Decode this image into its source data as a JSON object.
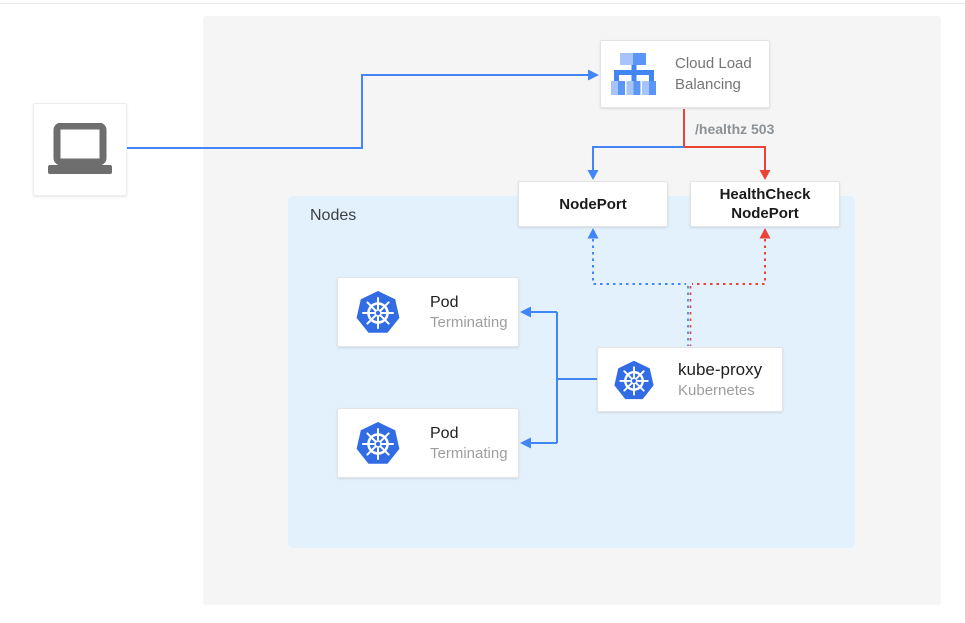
{
  "colors": {
    "blue": "#4285F4",
    "red": "#EA4335",
    "k8s_blue": "#326CE5",
    "nodes_bg": "#E3F1FC",
    "panel_bg": "#F5F5F5",
    "text_dark": "#212121",
    "text_gray": "#757575",
    "text_light_gray": "#9E9E9E",
    "healthz_gray": "#8D9297"
  },
  "laptop": {
    "icon": "laptop-icon"
  },
  "cloud_lb": {
    "label": "Cloud Load Balancing",
    "icon": "load-balancer-icon"
  },
  "edges": {
    "healthz_label": "/healthz 503"
  },
  "nodeport": {
    "label": "NodePort"
  },
  "healthcheck": {
    "label": "HealthCheck NodePort"
  },
  "nodes_group": {
    "label": "Nodes"
  },
  "pods": [
    {
      "title": "Pod",
      "status": "Terminating",
      "icon": "kubernetes-icon"
    },
    {
      "title": "Pod",
      "status": "Terminating",
      "icon": "kubernetes-icon"
    }
  ],
  "kube_proxy": {
    "title": "kube-proxy",
    "subtitle": "Kubernetes",
    "icon": "kubernetes-icon"
  }
}
